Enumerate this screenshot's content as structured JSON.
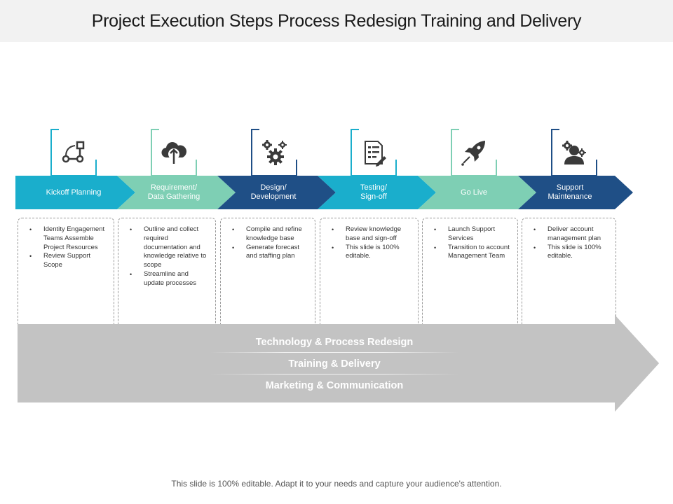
{
  "title": "Project Execution Steps Process Redesign Training and Delivery",
  "colors": {
    "cyan": "#1aaecc",
    "mint": "#7ecfb4",
    "navy": "#1f4f86",
    "band": "#c3c3c3",
    "icon": "#3a3a3a"
  },
  "steps": [
    {
      "label": "Kickoff Planning",
      "color": "#1aaecc",
      "icon": "workflow-icon",
      "bullets": [
        "Identity Engagement Teams Assemble Project Resources",
        "Review Support Scope"
      ]
    },
    {
      "label": "Requirement/\nData Gathering",
      "color": "#7ecfb4",
      "icon": "cloud-upload-icon",
      "bullets": [
        "Outline and collect required documentation and knowledge relative to scope",
        "Streamline and update processes"
      ]
    },
    {
      "label": "Design/\nDevelopment",
      "color": "#1f4f86",
      "icon": "gears-icon",
      "bullets": [
        "Compile and refine knowledge base",
        "Generate forecast and staffing plan"
      ]
    },
    {
      "label": "Testing/\nSign-off",
      "color": "#1aaecc",
      "icon": "checklist-icon",
      "bullets": [
        "Review knowledge base and sign-off",
        "This slide is 100% editable."
      ]
    },
    {
      "label": "Go Live",
      "color": "#7ecfb4",
      "icon": "rocket-icon",
      "bullets": [
        "Launch Support Services",
        "Transition to account Management Team"
      ]
    },
    {
      "label": "Support\nMaintenance",
      "color": "#1f4f86",
      "icon": "person-gears-icon",
      "bullets": [
        "Deliver account management plan",
        "This slide is 100% editable."
      ]
    }
  ],
  "band": {
    "items": [
      "Technology & Process Redesign",
      "Training & Delivery",
      "Marketing & Communication"
    ]
  },
  "footer": "This slide is 100% editable. Adapt it to your needs and capture your audience's attention."
}
